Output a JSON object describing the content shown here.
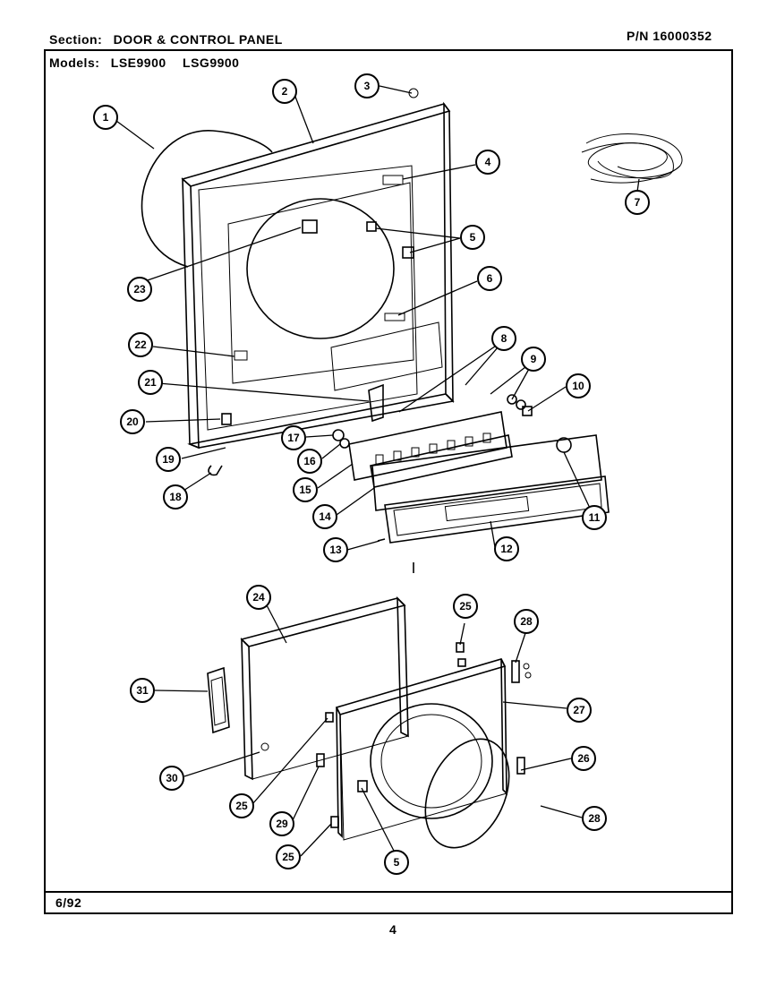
{
  "header": {
    "section_label": "Section:",
    "section_value": "DOOR & CONTROL PANEL",
    "part_number": "P/N 16000352",
    "models_label": "Models:",
    "models": [
      "LSE9900",
      "LSG9900"
    ]
  },
  "footer": {
    "date": "6/92",
    "page": "4"
  },
  "callouts": [
    "1",
    "2",
    "3",
    "4",
    "5",
    "6",
    "7",
    "8",
    "9",
    "10",
    "11",
    "12",
    "13",
    "14",
    "15",
    "16",
    "17",
    "18",
    "19",
    "20",
    "21",
    "22",
    "23",
    "24",
    "25",
    "26",
    "27",
    "28",
    "29",
    "30",
    "31",
    "25",
    "25",
    "5"
  ]
}
